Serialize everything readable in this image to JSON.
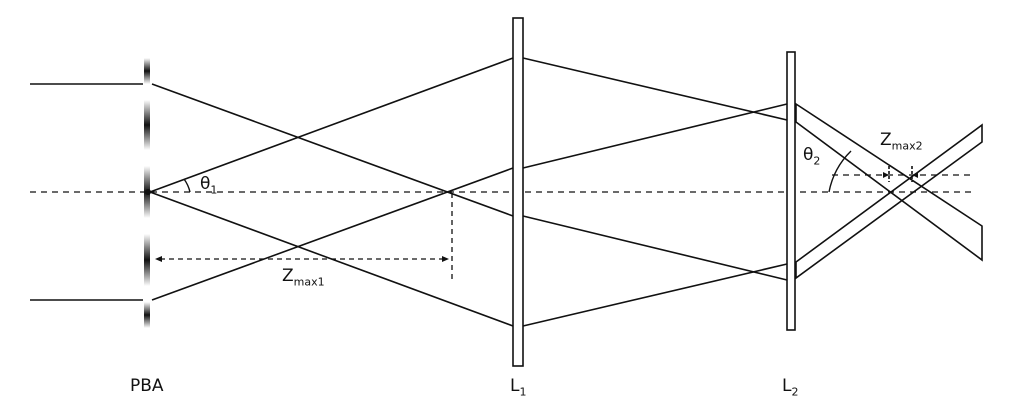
{
  "labels": {
    "pba": "PBA",
    "l1_main": "L",
    "l1_sub": "1",
    "l2_main": "L",
    "l2_sub": "2",
    "theta1_main": "θ",
    "theta1_sub": "1",
    "theta2_main": "θ",
    "theta2_sub": "2",
    "zmax1_main": "Z",
    "zmax1_sub": "max1",
    "zmax2_main": "Z",
    "zmax2_sub": "max2"
  },
  "colors": {
    "line": "#111111",
    "background": "#ffffff"
  }
}
